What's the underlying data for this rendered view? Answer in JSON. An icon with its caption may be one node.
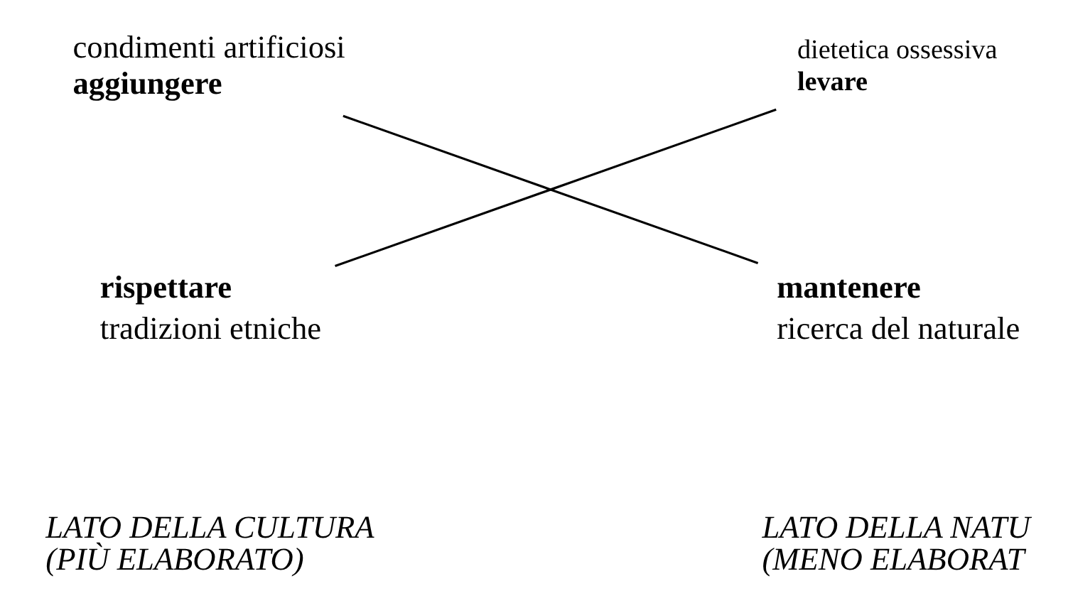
{
  "diagram": {
    "nodes": [
      {
        "text": [
          "condimenti artificiosi",
          "aggiungere"
        ]
      },
      {
        "text": [
          "dietetica ossessiva",
          "levare"
        ]
      },
      {
        "text": [
          "rispettare",
          "tradizioni etniche"
        ]
      },
      {
        "text": [
          "mantenere",
          "ricerca del naturale"
        ]
      }
    ],
    "edges": [
      {
        "from": 0,
        "to": 3,
        "arrow": "none"
      },
      {
        "from": 1,
        "to": 2,
        "arrow": "none"
      }
    ],
    "labels": [
      "LATO DELLA CULTURA (PIÙ ELABORATO)",
      "LATO DELLA NATU (MENO ELABORAT"
    ]
  }
}
